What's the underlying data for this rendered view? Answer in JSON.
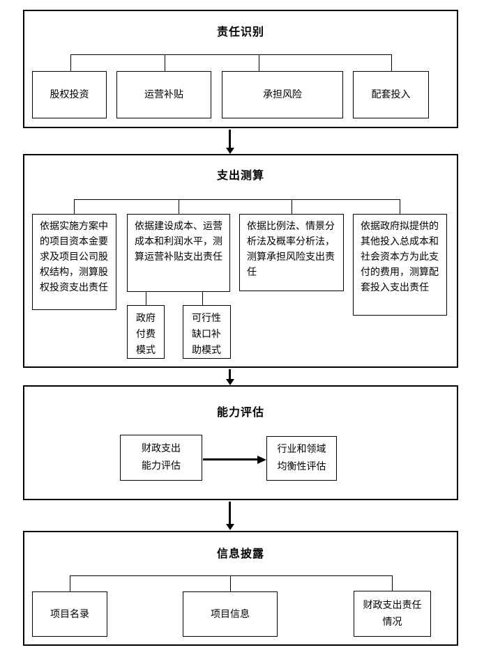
{
  "sections": [
    {
      "title": "责任识别",
      "boxes": [
        {
          "label": "股权投资"
        },
        {
          "label": "运营补贴"
        },
        {
          "label": "承担风险"
        },
        {
          "label": "配套投入"
        }
      ]
    },
    {
      "title": "支出测算",
      "boxes": [
        {
          "label": "依据实施方案中的项目资本金要求及项目公司股权结构，测算股权投资支出责任"
        },
        {
          "label": "依据建设成本、运营成本和利润水平，测算运营补贴支出责任"
        },
        {
          "label": "依据比例法、情景分析法及概率分析法，测算承担风险支出责任"
        },
        {
          "label": "依据政府拟提供的其他投入总成本和社会资本方为此支付的费用，测算配套投入支出责任"
        }
      ],
      "sub_boxes": [
        {
          "label": "政府付费模式"
        },
        {
          "label": "可行性缺口补助模式"
        }
      ]
    },
    {
      "title": "能力评估",
      "boxes": [
        {
          "lines": [
            "财政支出",
            "能力评估"
          ]
        },
        {
          "lines": [
            "行业和领域",
            "均衡性评估"
          ]
        }
      ]
    },
    {
      "title": "信息披露",
      "boxes": [
        {
          "label": "项目名录"
        },
        {
          "label": "项目信息"
        },
        {
          "lines": [
            "财政支出责任",
            "情况"
          ]
        }
      ]
    }
  ],
  "colors": {
    "background": "#ffffff",
    "line": "#000000",
    "text": "#000000",
    "box_fill": "#ffffff"
  }
}
